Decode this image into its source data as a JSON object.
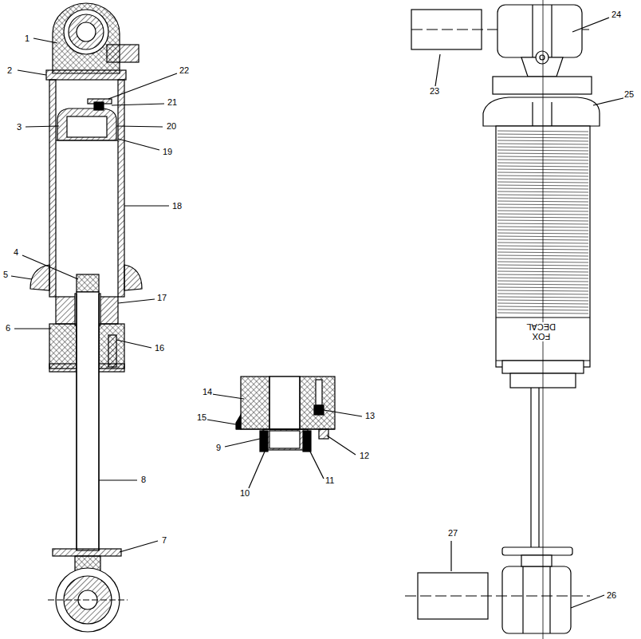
{
  "diagram": {
    "labels": [
      "1",
      "2",
      "3",
      "4",
      "5",
      "6",
      "7",
      "8",
      "9",
      "10",
      "11",
      "12",
      "13",
      "14",
      "15",
      "16",
      "17",
      "18",
      "19",
      "20",
      "21",
      "22",
      "23",
      "24",
      "25",
      "26",
      "27",
      "FOX DECAL"
    ]
  }
}
